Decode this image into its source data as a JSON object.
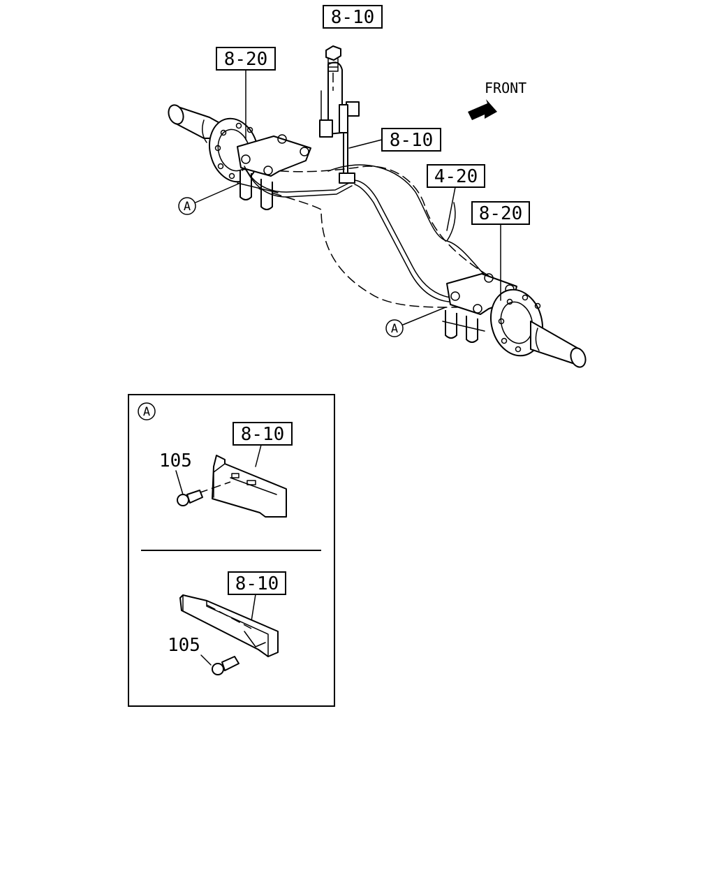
{
  "diagram": {
    "front_label": "FRONT",
    "callouts": {
      "top_bolt": "8-10",
      "left_hub": "8-20",
      "center_bracket": "8-10",
      "axle_housing": "4-20",
      "right_hub": "8-20",
      "detail_upper_bracket": "8-10",
      "detail_lower_bracket": "8-10"
    },
    "detail_ref_left": "A",
    "detail_ref_right": "A",
    "detail_box_ref": "A",
    "bolt_upper": "105",
    "bolt_lower": "105"
  }
}
